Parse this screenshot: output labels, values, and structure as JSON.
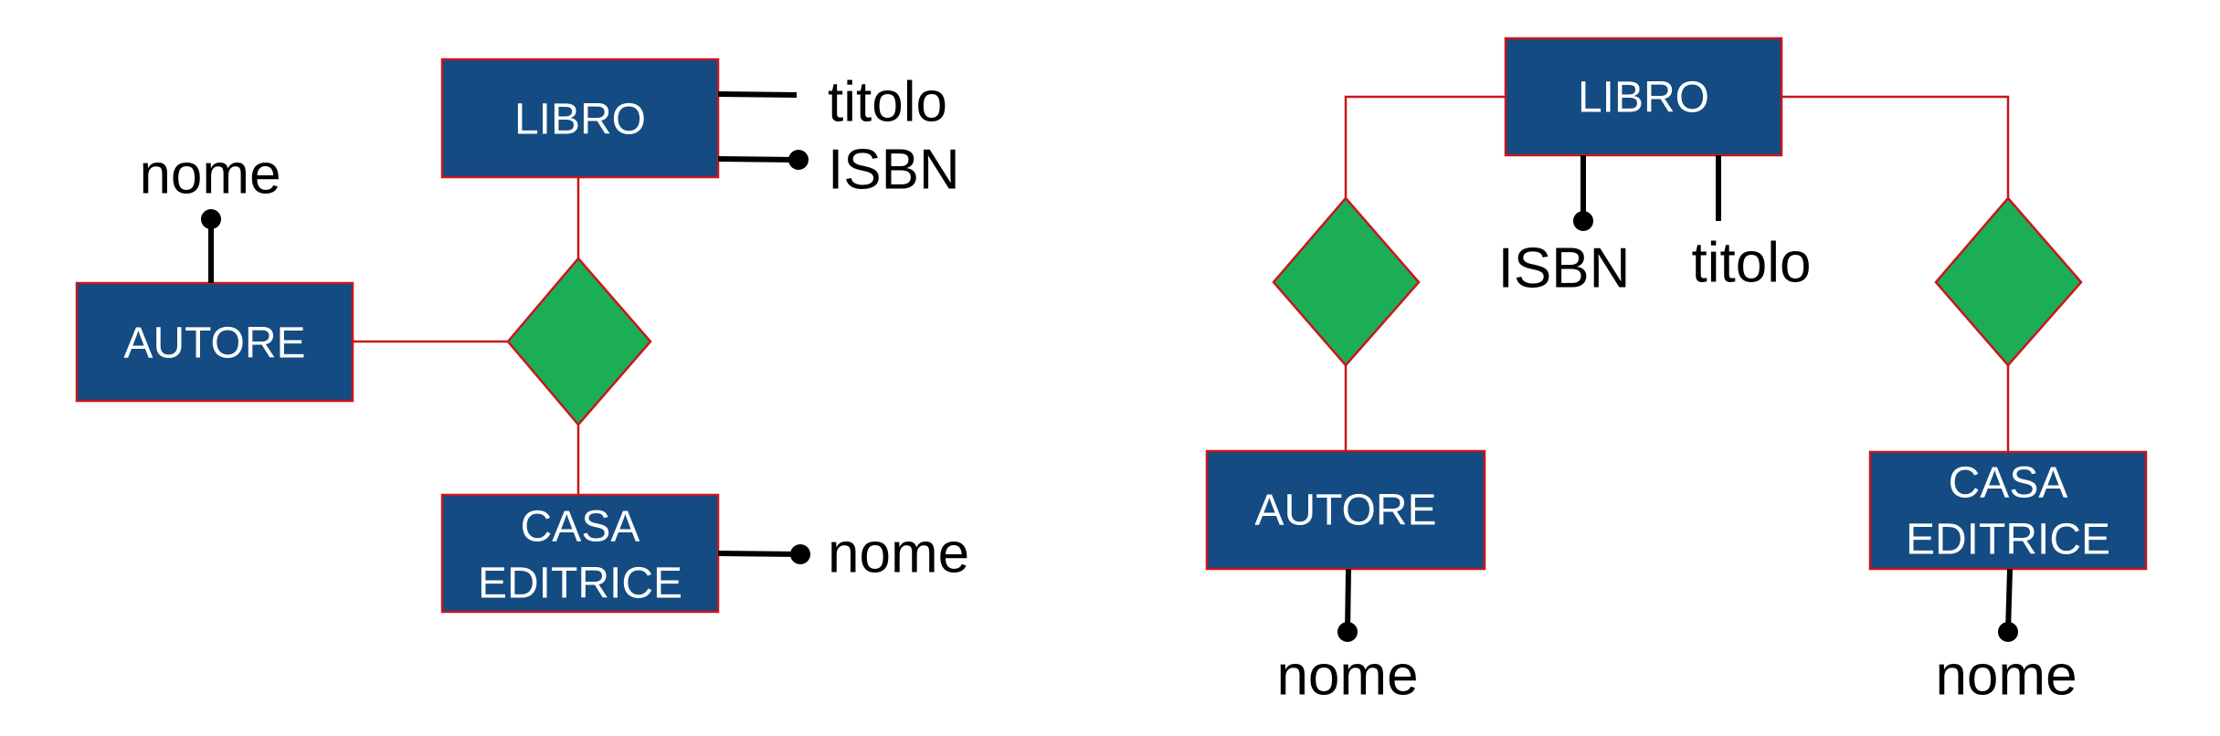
{
  "colors": {
    "entity_fill": "#134b82",
    "entity_border": "#c8161d",
    "relation_fill": "#1cae56",
    "link_color": "#c8161d",
    "attribute_color": "#000000",
    "entity_text": "#ffffff"
  },
  "left_diagram": {
    "entities": {
      "libro": {
        "label": "LIBRO"
      },
      "autore": {
        "label": "AUTORE"
      },
      "casa_editrice": {
        "line1": "CASA",
        "line2": "EDITRICE"
      }
    },
    "attributes": {
      "libro_titolo": "titolo",
      "libro_isbn": "ISBN",
      "autore_nome": "nome",
      "casa_editrice_nome": "nome"
    }
  },
  "right_diagram": {
    "entities": {
      "libro": {
        "label": "LIBRO"
      },
      "autore": {
        "label": "AUTORE"
      },
      "casa_editrice": {
        "line1": "CASA",
        "line2": "EDITRICE"
      }
    },
    "attributes": {
      "libro_isbn": "ISBN",
      "libro_titolo": "titolo",
      "autore_nome": "nome",
      "casa_editrice_nome": "nome"
    }
  }
}
